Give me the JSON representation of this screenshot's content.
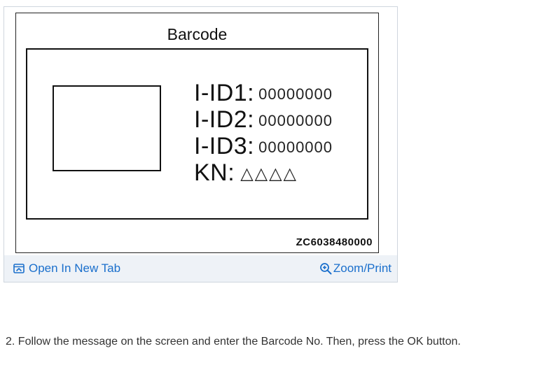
{
  "figure": {
    "title": "Barcode",
    "label": {
      "rows": [
        {
          "key": "I-ID1:",
          "value": "00000000"
        },
        {
          "key": "I-ID2:",
          "value": "00000000"
        },
        {
          "key": "I-ID3:",
          "value": "00000000"
        },
        {
          "key": "KN:",
          "value": "△△△△"
        }
      ]
    },
    "code": "ZC6038480000"
  },
  "footer": {
    "open_tab_label": "Open In New Tab",
    "zoom_label": "Zoom/Print",
    "icons": [
      "open-in-new-tab-icon",
      "zoom-in-icon"
    ],
    "link_color": "#1a6fcc"
  },
  "instruction": "2. Follow the message on the screen and enter the Barcode No. Then, press the OK button."
}
